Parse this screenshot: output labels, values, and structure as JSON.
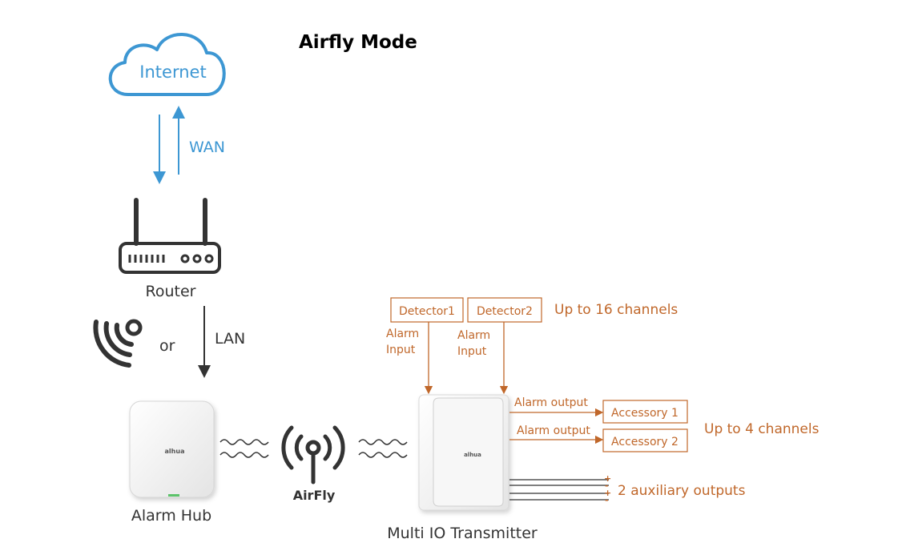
{
  "title": "Airfly Mode",
  "internet": {
    "label": "Internet"
  },
  "wan": {
    "label": "WAN"
  },
  "router": {
    "label": "Router"
  },
  "wireless": {
    "or_label": "or"
  },
  "lan": {
    "label": "LAN"
  },
  "hub": {
    "label": "Alarm Hub",
    "brand": "alhua"
  },
  "airfly": {
    "label": "AirFly"
  },
  "transmitter": {
    "label": "Multi IO Transmitter",
    "brand": "alhua"
  },
  "detectors": [
    {
      "name": "Detector1",
      "input_line1": "Alarm",
      "input_line2": "Input"
    },
    {
      "name": "Detector2",
      "input_line1": "Alarm",
      "input_line2": "Input"
    }
  ],
  "detector_note": "Up to 16 channels",
  "accessories": [
    {
      "name": "Accessory 1",
      "output_label": "Alarm output"
    },
    {
      "name": "Accessory 2",
      "output_label": "Alarm output"
    }
  ],
  "accessory_note": "Up to 4 channels",
  "aux": {
    "note": "2 auxiliary outputs",
    "polarity": [
      "+",
      "-",
      "+",
      "-"
    ]
  },
  "colors": {
    "blue": "#3d97d3",
    "orange": "#c0672a",
    "dark": "#333333"
  }
}
